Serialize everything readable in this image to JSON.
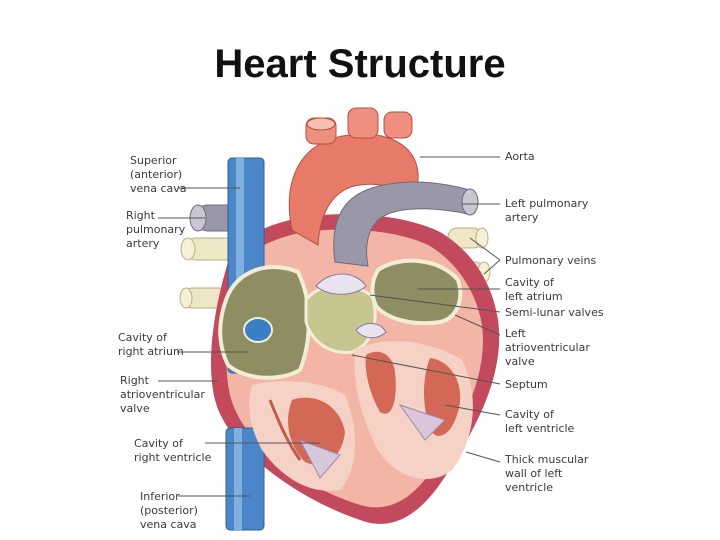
{
  "title": "Heart Structure",
  "labels": {
    "superior_vena_cava": "Superior\n(anterior)\nvena cava",
    "right_pulmonary_artery": "Right\npulmonary\nartery",
    "cavity_right_atrium": "Cavity of\nright atrium",
    "right_av_valve": "Right\natrioventricular\nvalve",
    "cavity_right_ventricle": "Cavity of\nright ventricle",
    "inferior_vena_cava": "Inferior\n(posterior)\nvena cava",
    "aorta": "Aorta",
    "left_pulmonary_artery": "Left pulmonary\nartery",
    "pulmonary_veins": "Pulmonary veins",
    "cavity_left_atrium": "Cavity of\nleft atrium",
    "semilunar_valves": "Semi-lunar valves",
    "left_av_valve": "Left\natrioventricular\nvalve",
    "septum": "Septum",
    "cavity_left_ventricle": "Cavity of\nleft ventricle",
    "thick_muscular_wall": "Thick muscular\nwall of left\nventricle"
  },
  "colors": {
    "vena_cava": "#4a86c8",
    "aorta": "#e87a6a",
    "pulmonary_artery": "#9a98a8",
    "pulmonary_veins": "#efe6c6",
    "heart_wall": "#f2b5a6",
    "heart_outer": "#c24a5c",
    "atrium_cavity": "#8f8d62",
    "ventricle_muscle": "#d46856",
    "chordae": "#d8c6dc",
    "leader_line": "#555555"
  }
}
